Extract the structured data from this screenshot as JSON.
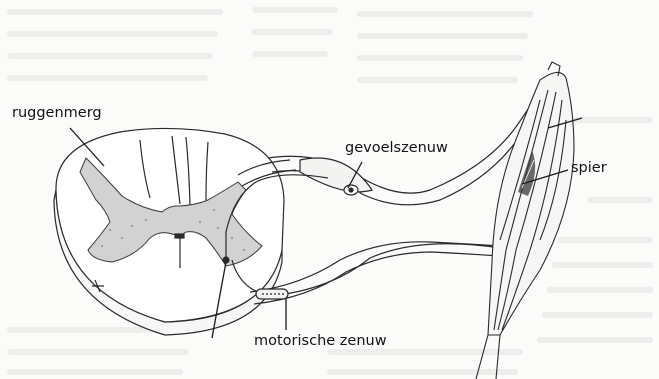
{
  "labels": {
    "spinal_cord": "ruggenmerg",
    "sensory_nerve": "gevoelszenuw",
    "muscle": "spier",
    "motor_nerve": "motorische zenuw"
  },
  "colors": {
    "line": "#2a2a2a",
    "grey_matter": "#cfcfcf",
    "background": "#fbfbfa",
    "bleed_through": "#ececea"
  }
}
